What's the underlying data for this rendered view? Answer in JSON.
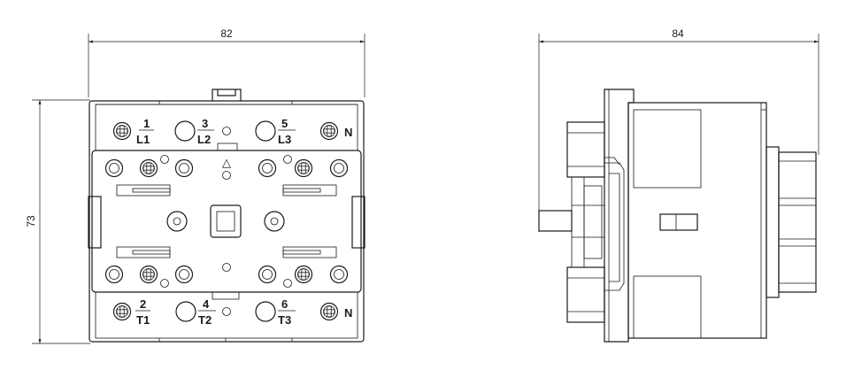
{
  "dimensions": {
    "front_width": "82",
    "front_height": "73",
    "side_depth": "84"
  },
  "terminals_top": [
    {
      "num": "1",
      "sub": "L1"
    },
    {
      "num": "3",
      "sub": "L2"
    },
    {
      "num": "5",
      "sub": "L3"
    },
    {
      "label": "N"
    }
  ],
  "terminals_bottom": [
    {
      "num": "2",
      "sub": "T1"
    },
    {
      "num": "4",
      "sub": "T2"
    },
    {
      "num": "6",
      "sub": "T3"
    },
    {
      "label": "N"
    }
  ],
  "symbols": {
    "triangle": "△"
  },
  "colors": {
    "line": "#1a1a1a",
    "background": "#ffffff"
  }
}
